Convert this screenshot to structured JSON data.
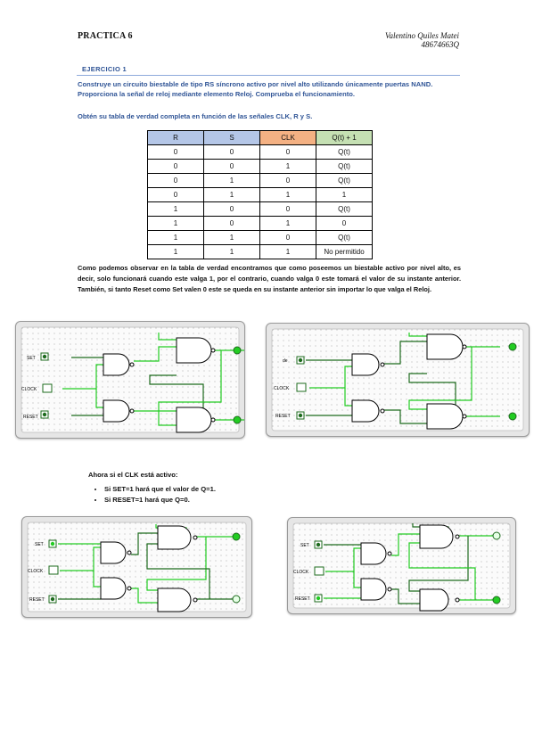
{
  "header": {
    "title": "PRACTICA 6",
    "author": "Valentino Quiles Matei",
    "student_id": "48674663Q"
  },
  "exercise": {
    "title": "EJERCICIO 1",
    "statement": "Construye un circuito biestable de tipo RS síncrono activo por nivel alto utilizando únicamente puertas NAND. Proporciona la señal de reloj mediante elemento Reloj. Comprueba el funcionamiento.",
    "instruction": "Obtén su tabla de verdad completa en función de las señales CLK, R y S."
  },
  "truth_table": {
    "headers": [
      "R",
      "S",
      "CLK",
      "Q(t) + 1"
    ],
    "rows": [
      [
        "0",
        "0",
        "0",
        "Q(t)"
      ],
      [
        "0",
        "0",
        "1",
        "Q(t)"
      ],
      [
        "0",
        "1",
        "0",
        "Q(t)"
      ],
      [
        "0",
        "1",
        "1",
        "1"
      ],
      [
        "1",
        "0",
        "0",
        "Q(t)"
      ],
      [
        "1",
        "0",
        "1",
        "0"
      ],
      [
        "1",
        "1",
        "0",
        "Q(t)"
      ],
      [
        "1",
        "1",
        "1",
        "No permitido"
      ]
    ]
  },
  "explanation": "Como podemos observar en la tabla de verdad encontramos que como poseemos un biestable activo por nivel alto, es decir, solo funcionará cuando este valga 1, por el contrario, cuando valga 0 este tomará el valor de su instante anterior. También, si tanto Reset como Set valen 0 este se queda en su instante anterior sin importar lo que valga el Reloj.",
  "circuits": {
    "row1": [
      {
        "set": "SET",
        "clock": "CLOCK",
        "reset": "RESET"
      },
      {
        "set": "de",
        "clock": "CLOCK",
        "reset": "RESET"
      }
    ],
    "row2": [
      {
        "set": "SET",
        "clock": "CLOCK",
        "reset": "RESET"
      },
      {
        "set": "SET",
        "clock": "CLOCK",
        "reset": "RESET"
      }
    ]
  },
  "clk_active": {
    "intro": "Ahora si el CLK está activo:",
    "bullets": [
      "Si SET=1 hará que el valor de Q=1.",
      "Si RESET=1 hará que Q=0."
    ]
  },
  "colors": {
    "heading_blue": "#2f5496",
    "wire_active": "#22cc22",
    "wire_inactive": "#1e6b1e",
    "header_r_s": "#b4c6e7",
    "header_clk": "#f4b183",
    "header_q": "#c5e0b3"
  }
}
